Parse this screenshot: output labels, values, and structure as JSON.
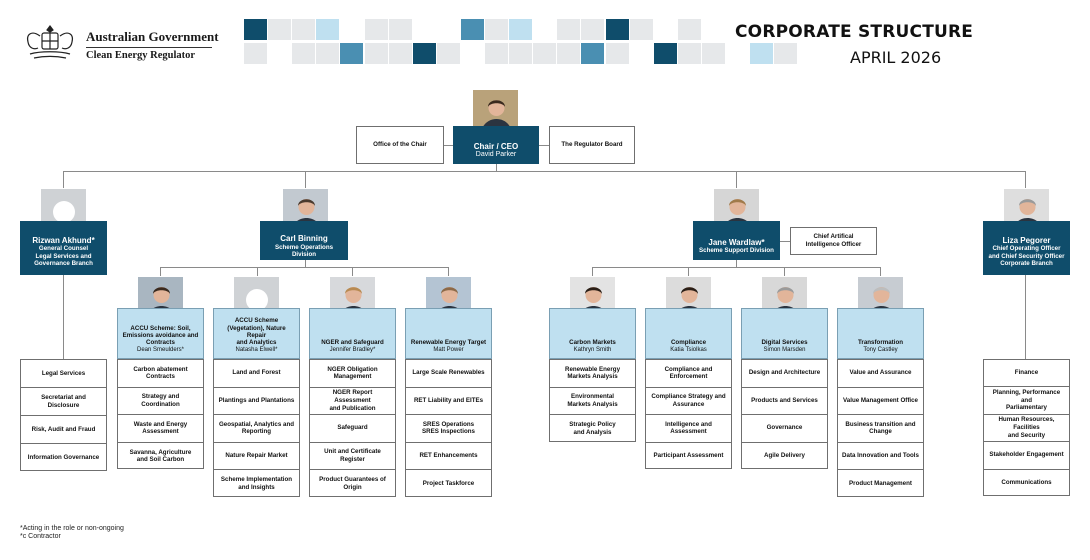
{
  "header": {
    "gov_name": "Australian Government",
    "agency": "Clean Energy Regulator",
    "title": "CORPORATE STRUCTURE",
    "date": "APRIL 2026"
  },
  "colors": {
    "dark": "#0f4d6b",
    "light": "#bfe0f0",
    "mid": "#4a8fb2",
    "pale": "#e6e8ea"
  },
  "top": {
    "chair_label": "Chair / CEO",
    "chair_name": "David Parker",
    "left_box": "Office of the Chair",
    "right_box": "The Regulator Board"
  },
  "ga": {
    "name": "Rizwan Akhund*",
    "role": "General Counsel\nLegal Services and\nGovernance Branch",
    "items": [
      "Legal Services",
      "Secretariat and Disclosure",
      "Risk, Audit and Fraud",
      "Information Governance"
    ]
  },
  "sod": {
    "name": "Carl Binning",
    "role": "Scheme Operations Division"
  },
  "ssd": {
    "name": "Jane Wardlaw*",
    "role": "Scheme Support Division",
    "side": "Chief Artifical\nIntelligence Officer"
  },
  "cob": {
    "name": "Liza Pegorer",
    "role": "Chief Operating Officer\nand Chief Security Officer\nCorporate Branch",
    "items": [
      "Finance",
      "Planning, Performance and\nParliamentary",
      "Human Resources, Facilities\nand Security",
      "Stakeholder Engagement",
      "Communications"
    ]
  },
  "branches": [
    {
      "head": "ACCU Scheme: Soil,\nEmissions avoidance and\nContracts",
      "person": "Dean Smeulders*",
      "items": [
        "Carbon abatement\nContracts",
        "Strategy and Coordination",
        "Waste and Energy\nAssessment",
        "Savanna, Agriculture\nand Soil Carbon"
      ]
    },
    {
      "head": "ACCU Scheme\n(Vegetation), Nature Repair\nand Analytics",
      "person": "Natasha Elwell*",
      "items": [
        "Land and Forest",
        "Plantings and Plantations",
        "Geospatial, Analytics and\nReporting",
        "Nature Repair Market",
        "Scheme Implementation\nand Insights"
      ]
    },
    {
      "head": "NGER and Safeguard",
      "person": "Jennifer Bradley*",
      "items": [
        "NGER Obligation\nManagement",
        "NGER Report Assessment\nand Publication",
        "Safeguard",
        "Unit and Certificate Register",
        "Product Guarantees of Origin"
      ]
    },
    {
      "head": "Renewable Energy Target",
      "person": "Matt Power",
      "items": [
        "Large Scale Renewables",
        "RET Liability and EITEs",
        "SRES Operations\nSRES Inspections",
        "RET Enhancements",
        "Project Taskforce"
      ]
    },
    {
      "head": "Carbon Markets",
      "person": "Kathryn Smith",
      "items": [
        "Renewable Energy\nMarkets Analysis",
        "Environmental\nMarkets Analysis",
        "Strategic Policy\nand Analysis"
      ]
    },
    {
      "head": "Compliance",
      "person": "Katia Tsiolkas",
      "items": [
        "Compliance and\nEnforcement",
        "Compliance Strategy and\nAssurance",
        "Intelligence and\nAssessment",
        "Participant Assessment"
      ]
    },
    {
      "head": "Digital Services",
      "person": "Simon Marsden",
      "items": [
        "Design and Architecture",
        "Products and Services",
        "Governance",
        "Agile Delivery"
      ]
    },
    {
      "head": "Transformation",
      "person": "Tony Castley",
      "items": [
        "Value and Assurance",
        "Value Management Office",
        "Business transition and\nChange",
        "Data Innovation and Tools",
        "Product Management"
      ]
    }
  ],
  "footnotes": [
    "*Acting in the role or non-ongoing",
    "*c Contractor"
  ]
}
